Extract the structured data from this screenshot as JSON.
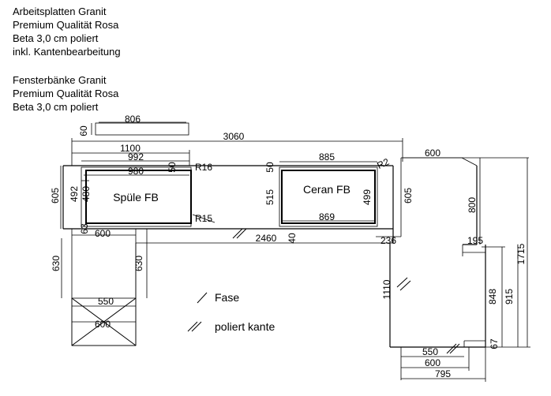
{
  "notes": {
    "worktops": [
      "Arbeitsplatten Granit",
      "Premium Qualität Rosa",
      "Beta 3,0 cm poliert",
      "inkl. Kantenbearbeitung"
    ],
    "sills": [
      "Fensterbänke Granit",
      "Premium Qualität Rosa",
      "Beta 3,0 cm poliert"
    ]
  },
  "labels": {
    "sink": "Spüle FB",
    "hob": "Ceran FB",
    "legend_fase": "Fase",
    "legend_polished": "poliert kante"
  },
  "dimensions": {
    "sill_width": "806",
    "sill_depth": "60",
    "total": "3060",
    "left_1100": "1100",
    "sink_outer": "992",
    "sink_inner": "980",
    "sink_top": "50",
    "sink_r_top": "R16",
    "sink_r_bottom": "R15",
    "sink_d1": "492",
    "sink_d2": "480",
    "left_depth": "605",
    "sink_bottom": "63",
    "left_600": "600",
    "run_2460": "2460",
    "hob_40": "40",
    "small_236": "236",
    "hob_outer": "885",
    "hob_top": "50",
    "hob_d1": "515",
    "hob_d2": "499",
    "hob_inner": "869",
    "hob_r": "R2",
    "right_depth": "605",
    "leg_630_a": "630",
    "leg_630_b": "630",
    "leg_550": "550",
    "leg_600": "600",
    "right_600": "600",
    "right_800": "800",
    "right_195": "195",
    "right_1110": "1110",
    "right_848": "848",
    "right_915": "915",
    "right_1715": "1715",
    "right_67": "67",
    "bottom_550": "550",
    "bottom_600": "600",
    "bottom_795": "795"
  }
}
